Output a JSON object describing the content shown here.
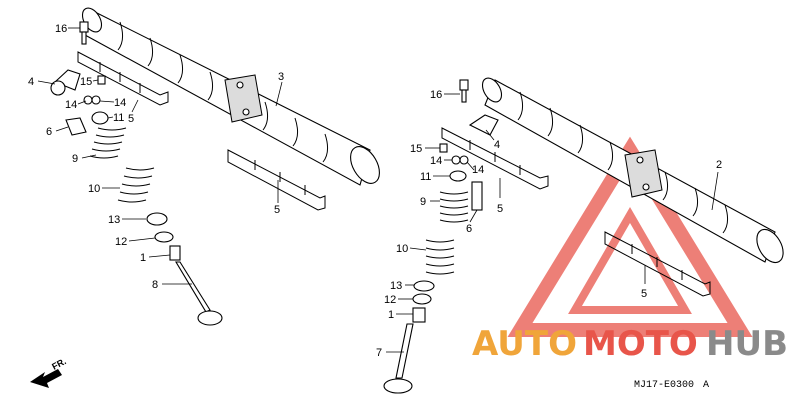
{
  "diagram_code": "MJ17-E0300",
  "diagram_code_suffix": "A",
  "front_label": "FR.",
  "callouts_left": {
    "c16": "16",
    "c4": "4",
    "c15": "15",
    "c14a": "14",
    "c14b": "14",
    "c11": "11",
    "c6": "6",
    "c9": "9",
    "c10": "10",
    "c13": "13",
    "c12": "12",
    "c1": "1",
    "c8": "8",
    "c3": "3",
    "c5a": "5",
    "c5b": "5"
  },
  "callouts_right": {
    "c16": "16",
    "c4": "4",
    "c15": "15",
    "c14a": "14",
    "c14b": "14",
    "c11": "11",
    "c9": "9",
    "c6": "6",
    "c10": "10",
    "c13": "13",
    "c12": "12",
    "c1": "1",
    "c7": "7",
    "c2": "2",
    "c5a": "5",
    "c5b": "5"
  },
  "watermark": {
    "part1": "AUTO",
    "part2": "MOTO",
    "part3": "HUB",
    "color_orange": "#f0a53a",
    "color_red": "#e8554a",
    "color_gray": "#8a8a8a"
  }
}
